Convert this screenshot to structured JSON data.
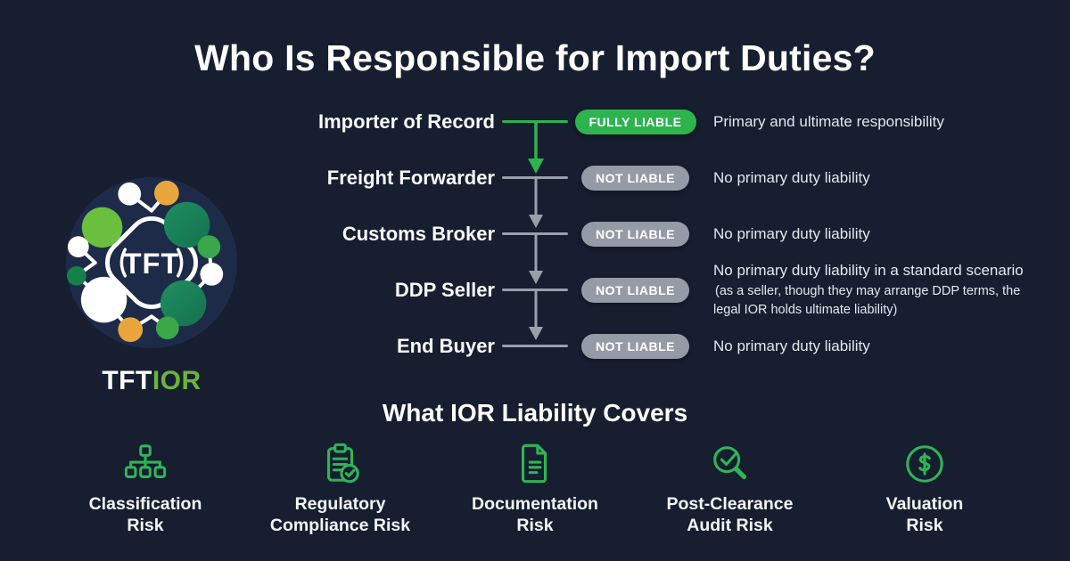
{
  "page": {
    "title": "Who Is Responsible for Import Duties?"
  },
  "logo": {
    "monogram": "TFT",
    "brand_tft": "TFT",
    "brand_ior": "IOR"
  },
  "liability": {
    "rows": [
      {
        "party": "Importer of Record",
        "badge": "FULLY LIABLE",
        "badge_type": "liable",
        "description": "Primary and ultimate responsibility",
        "description_detail": ""
      },
      {
        "party": "Freight Forwarder",
        "badge": "NOT LIABLE",
        "badge_type": "not_liable",
        "description": "No primary duty liability",
        "description_detail": ""
      },
      {
        "party": "Customs Broker",
        "badge": "NOT LIABLE",
        "badge_type": "not_liable",
        "description": "No primary duty liability",
        "description_detail": ""
      },
      {
        "party": "DDP Seller",
        "badge": "NOT LIABLE",
        "badge_type": "not_liable",
        "description": "No primary duty liability in a standard scenario",
        "description_detail": "(as a seller, though they may arrange DDP terms, the legal IOR holds ultimate liability)"
      },
      {
        "party": "End Buyer",
        "badge": "NOT LIABLE",
        "badge_type": "not_liable",
        "description": "No primary duty liability",
        "description_detail": ""
      }
    ]
  },
  "covers": {
    "heading": "What IOR Liability Covers",
    "items": [
      {
        "icon": "classification-hierarchy-icon",
        "line1": "Classification",
        "line2": "Risk"
      },
      {
        "icon": "regulatory-clipboard-check-icon",
        "line1": "Regulatory",
        "line2": "Compliance Risk"
      },
      {
        "icon": "documentation-file-icon",
        "line1": "Documentation",
        "line2": "Risk"
      },
      {
        "icon": "post-clearance-audit-magnifier-icon",
        "line1": "Post-Clearance",
        "line2": "Audit Risk"
      },
      {
        "icon": "valuation-dollar-icon",
        "line1": "Valuation",
        "line2": "Risk"
      }
    ]
  },
  "colors": {
    "background": "#161e30",
    "accent_green": "#2db44f",
    "badge_gray": "#959ba6",
    "connector_gray": "#99a0ac",
    "brand_green": "#6cb33e",
    "icon_green": "#2fb457"
  }
}
